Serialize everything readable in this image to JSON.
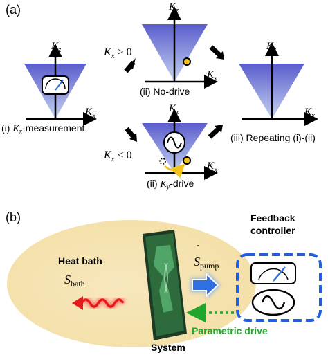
{
  "panel_a": {
    "label": "(a)",
    "axis_kz": "K",
    "axis_kz_sub": "z",
    "axis_kx": "K",
    "axis_kx_sub": "x",
    "cond_pos_var": "K",
    "cond_pos_sub": "x",
    "cond_pos_rel": " > 0",
    "cond_neg_var": "K",
    "cond_neg_sub": "x",
    "cond_neg_rel": " < 0",
    "caption_measure_pre": "(i) ",
    "caption_measure_var": "K",
    "caption_measure_sub": "x",
    "caption_measure_post": "-measurement",
    "caption_nodrive": "(ii) No-drive",
    "caption_ky_pre": "(ii) ",
    "caption_ky_var": "K",
    "caption_ky_sub": "y",
    "caption_ky_post": "-drive",
    "caption_repeat": "(iii) Repeating (i)-(ii)"
  },
  "panel_b": {
    "label": "(b)",
    "heat_bath": "Heat bath",
    "s_bath_main": "S",
    "s_bath_sub": "bath",
    "s_pump_main": "S",
    "s_pump_sub": "pump",
    "feedback_line1": "Feedback",
    "feedback_line2": "controller",
    "parametric_drive": "Parametric drive",
    "system": "System"
  },
  "colors": {
    "cone_top": "#5c5fcf",
    "cone_bottom": "#b9c6ef",
    "electron": "#f3c21b",
    "heat_bath_bg": "#f5e3b4",
    "wave_red": "#e41a1a",
    "pump_blue": "#2f6fe0",
    "dashed_blue": "#1f5fe0",
    "green_text": "#21a62d",
    "chip_green": "#2e6b3c"
  },
  "icons": {
    "meter": "meter-icon",
    "sine": "sine-wave-icon",
    "arrow": "arrow-icon"
  }
}
